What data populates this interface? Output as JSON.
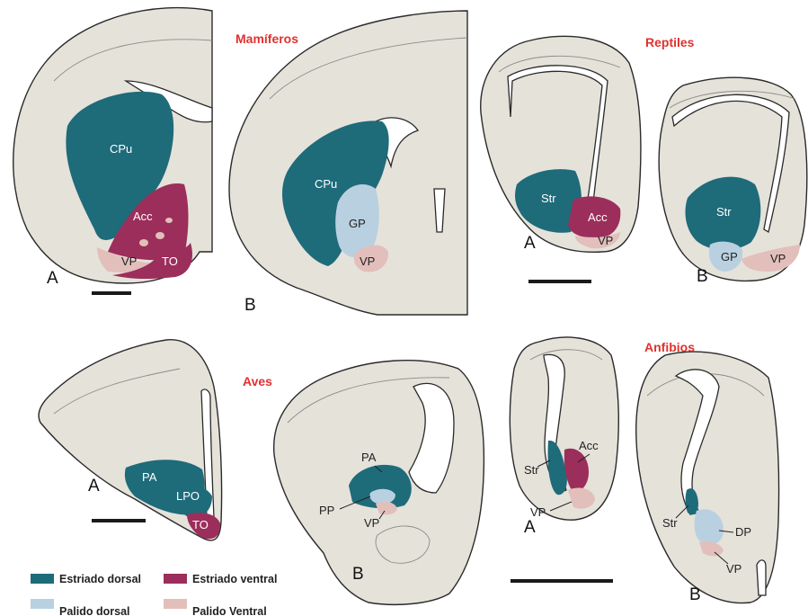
{
  "colors": {
    "dorsal_striatum": "#1e6b7a",
    "ventral_striatum": "#9c2e5b",
    "dorsal_pallidum": "#b9d0e0",
    "ventral_pallidum": "#e2bfbb",
    "title": "#e0312f"
  },
  "groups": {
    "mammals": "Mamíferos",
    "reptiles": "Reptiles",
    "birds": "Aves",
    "amphibians": "Anfibios"
  },
  "panels": {
    "a": "A",
    "b": "B"
  },
  "regions": {
    "cpu": "CPu",
    "acc": "Acc",
    "vp": "VP",
    "to": "TO",
    "gp": "GP",
    "str": "Str",
    "pa": "PA",
    "lpo": "LPO",
    "pp": "PP",
    "dp": "DP"
  },
  "legend": {
    "dorsal_striatum": "Estriado dorsal",
    "ventral_striatum": "Estriado ventral",
    "dorsal_pallidum": "Palido dorsal",
    "ventral_pallidum": "Palido Ventral"
  }
}
